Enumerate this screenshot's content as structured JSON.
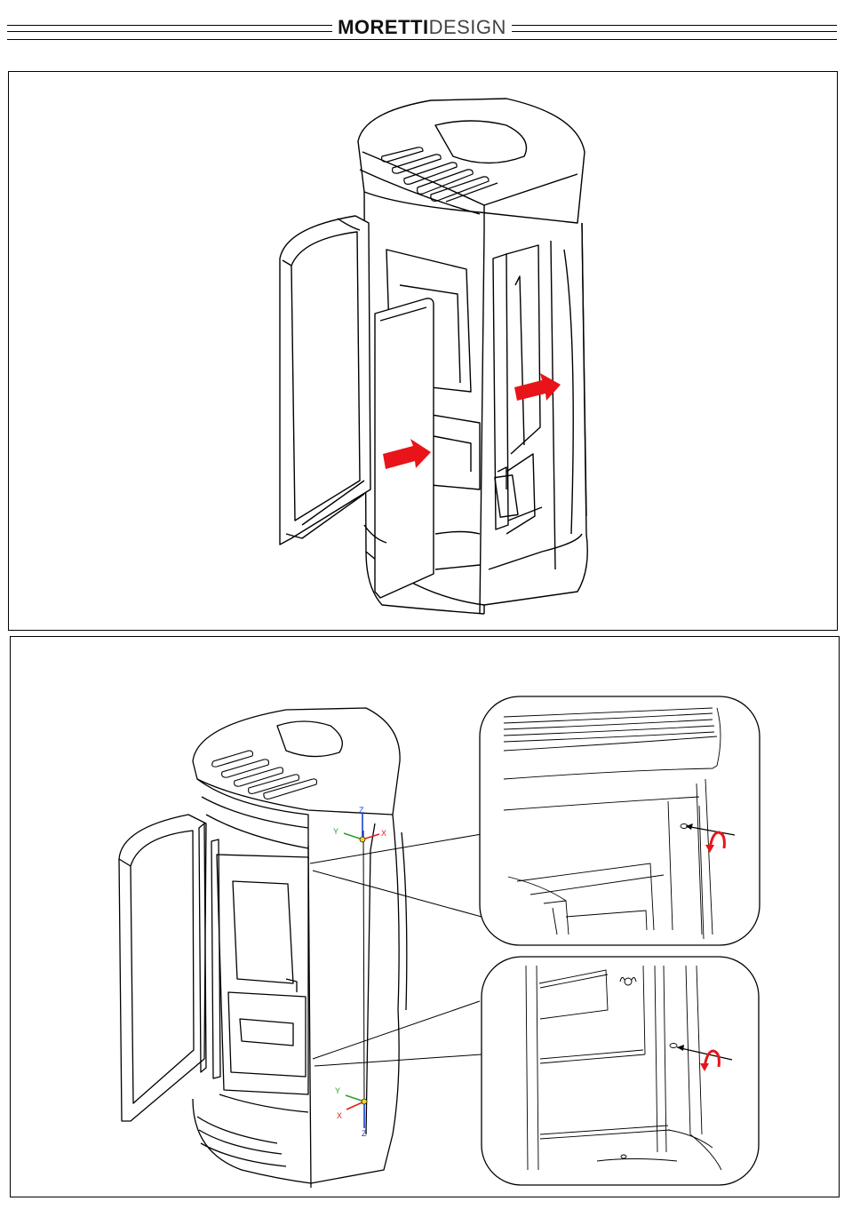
{
  "header": {
    "brand_bold": "MORETTI",
    "brand_light": "DESIGN"
  },
  "figure2": {
    "axis_top": {
      "z": "Z",
      "y": "Y",
      "x": "X"
    },
    "axis_bottom": {
      "z": "Z",
      "y": "Y",
      "x": "X"
    }
  },
  "colors": {
    "arrow_red": "#e8141a",
    "axis_blue": "#1a3fd1",
    "axis_green": "#2aa12a",
    "axis_red": "#e01f1f",
    "line": "#000000"
  }
}
